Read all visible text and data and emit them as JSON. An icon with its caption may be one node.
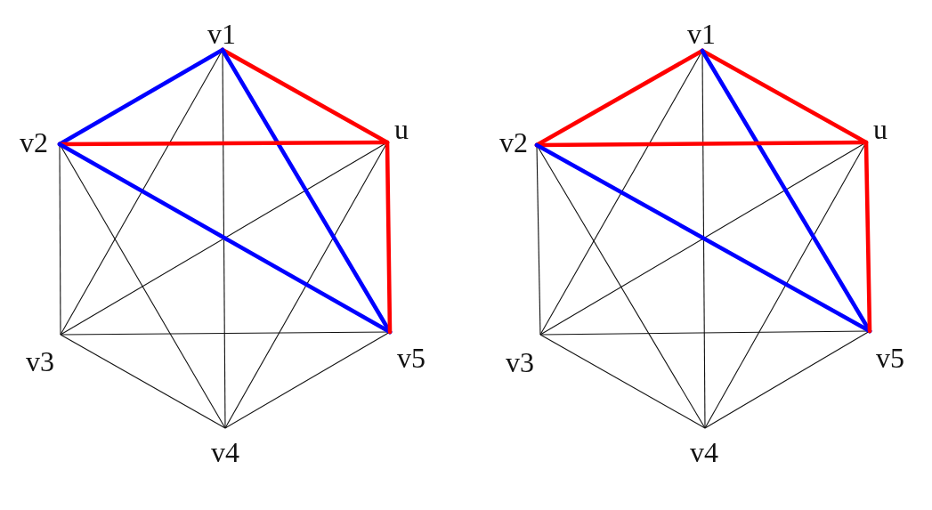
{
  "diagram": {
    "nodes": [
      {
        "text": [
          "v1"
        ]
      },
      {
        "text": [
          "v2"
        ]
      },
      {
        "text": [
          "u"
        ]
      },
      {
        "text": [
          "v3"
        ]
      },
      {
        "text": [
          "v5"
        ]
      },
      {
        "text": [
          "v4"
        ]
      },
      {
        "text": [
          "v1"
        ]
      },
      {
        "text": [
          "v2"
        ]
      },
      {
        "text": [
          "u"
        ]
      },
      {
        "text": [
          "v3"
        ]
      },
      {
        "text": [
          "v5"
        ]
      },
      {
        "text": [
          "v4"
        ]
      }
    ],
    "edges": [
      {
        "from": 0,
        "to": 1,
        "arrow": "none",
        "style": "thick",
        "color": "#0000ff"
      },
      {
        "from": 0,
        "to": 2,
        "arrow": "none",
        "style": "thick",
        "color": "#ff0000"
      },
      {
        "from": 0,
        "to": 3,
        "arrow": "none"
      },
      {
        "from": 0,
        "to": 4,
        "arrow": "none",
        "style": "thick",
        "color": "#0000ff"
      },
      {
        "from": 0,
        "to": 5,
        "arrow": "none"
      },
      {
        "from": 1,
        "to": 2,
        "arrow": "none",
        "style": "thick",
        "color": "#ff0000"
      },
      {
        "from": 1,
        "to": 3,
        "arrow": "none"
      },
      {
        "from": 1,
        "to": 4,
        "arrow": "none",
        "style": "thick",
        "color": "#0000ff"
      },
      {
        "from": 1,
        "to": 5,
        "arrow": "none"
      },
      {
        "from": 2,
        "to": 3,
        "arrow": "none"
      },
      {
        "from": 2,
        "to": 4,
        "arrow": "none",
        "style": "thick",
        "color": "#ff0000"
      },
      {
        "from": 2,
        "to": 5,
        "arrow": "none"
      },
      {
        "from": 3,
        "to": 4,
        "arrow": "none"
      },
      {
        "from": 3,
        "to": 5,
        "arrow": "none"
      },
      {
        "from": 4,
        "to": 5,
        "arrow": "none"
      },
      {
        "from": 6,
        "to": 7,
        "arrow": "none",
        "style": "thick",
        "color": "#ff0000"
      },
      {
        "from": 6,
        "to": 8,
        "arrow": "none",
        "style": "thick",
        "color": "#ff0000"
      },
      {
        "from": 6,
        "to": 9,
        "arrow": "none"
      },
      {
        "from": 6,
        "to": 10,
        "arrow": "none",
        "style": "thick",
        "color": "#0000ff"
      },
      {
        "from": 6,
        "to": 11,
        "arrow": "none"
      },
      {
        "from": 7,
        "to": 8,
        "arrow": "none",
        "style": "thick",
        "color": "#ff0000"
      },
      {
        "from": 7,
        "to": 9,
        "arrow": "none"
      },
      {
        "from": 7,
        "to": 10,
        "arrow": "none",
        "style": "thick",
        "color": "#0000ff"
      },
      {
        "from": 7,
        "to": 11,
        "arrow": "none"
      },
      {
        "from": 8,
        "to": 9,
        "arrow": "none"
      },
      {
        "from": 8,
        "to": 10,
        "arrow": "none",
        "style": "thick",
        "color": "#ff0000"
      },
      {
        "from": 8,
        "to": 11,
        "arrow": "none"
      },
      {
        "from": 9,
        "to": 10,
        "arrow": "none"
      },
      {
        "from": 9,
        "to": 11,
        "arrow": "none"
      },
      {
        "from": 10,
        "to": 11,
        "arrow": "none"
      }
    ]
  }
}
